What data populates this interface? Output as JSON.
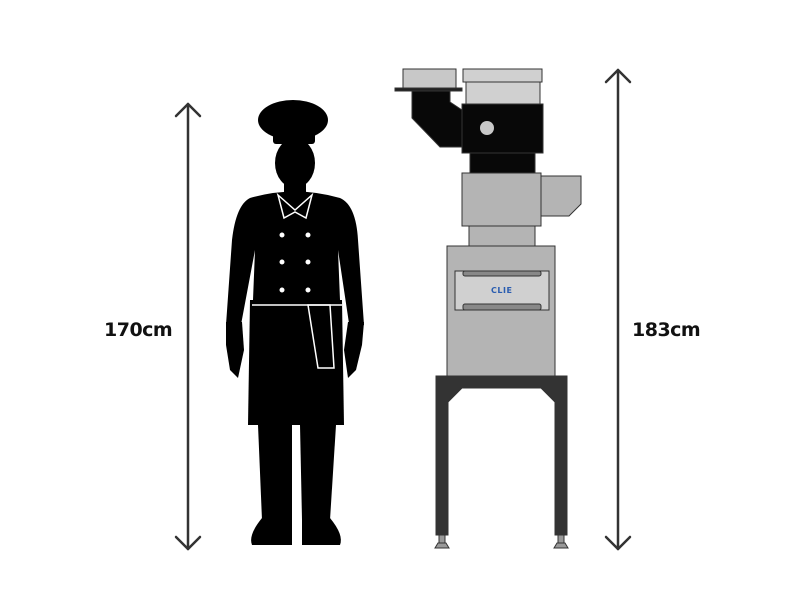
{
  "dimensions": {
    "person_height": "170cm",
    "machine_height": "183cm"
  },
  "machine": {
    "brand": "CLIE"
  },
  "colors": {
    "silhouette": "#000000",
    "machine_gray": "#b4b4b4",
    "machine_light": "#d0d0d0",
    "stand": "#333333",
    "brand": "#2a5db0"
  }
}
